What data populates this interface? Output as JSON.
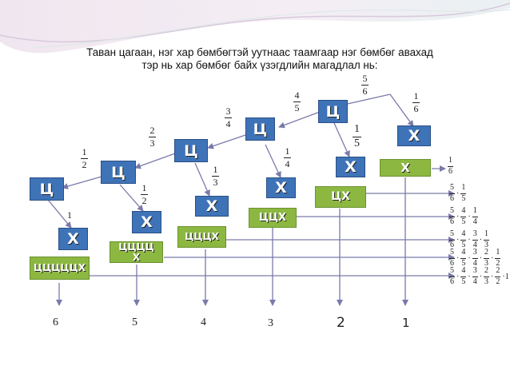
{
  "title_line1": "Таван цагаан, нэг хар бөмбөгтэй уутнаас таамгаар  нэг бөмбөг авахад",
  "title_line2": "тэр нь хар бөмбөг байх үзэгдлийн магадлал нь:",
  "colors": {
    "blue_box": "#3f73b8",
    "green_box": "#8cb841",
    "arrow": "#7a7aaa"
  },
  "nodes": {
    "c1": "Ц",
    "c2": "Ц",
    "c3": "Ц",
    "c4": "Ц",
    "c5": "Ц",
    "x1": "Х",
    "x2": "Х",
    "x3": "Х",
    "x4": "Х",
    "x5": "Х",
    "x6": "Х",
    "x7": "Х"
  },
  "outcomes": {
    "o1": "Х",
    "o2": "ЦХ",
    "o3": "ЦЦХ",
    "o4": "ЦЦЦХ",
    "o5": "ЦЦЦЦХ",
    "o6": "ЦЦЦЦЦХ"
  },
  "probs": {
    "p56": {
      "n": "5",
      "d": "6"
    },
    "p16a": {
      "n": "1",
      "d": "6"
    },
    "p45": {
      "n": "4",
      "d": "5"
    },
    "p15": {
      "n": "1",
      "d": "5"
    },
    "p34": {
      "n": "3",
      "d": "4"
    },
    "p14": {
      "n": "1",
      "d": "4"
    },
    "p23": {
      "n": "2",
      "d": "3"
    },
    "p13": {
      "n": "1",
      "d": "3"
    },
    "p12a": {
      "n": "1",
      "d": "2"
    },
    "p12b": {
      "n": "1",
      "d": "2"
    },
    "one": "1",
    "p16b": {
      "n": "1",
      "d": "6"
    }
  },
  "products": [
    [
      {
        "n": "5",
        "d": "6"
      },
      {
        "n": "1",
        "d": "5"
      }
    ],
    [
      {
        "n": "5",
        "d": "6"
      },
      {
        "n": "4",
        "d": "5"
      },
      {
        "n": "1",
        "d": "4"
      }
    ],
    [
      {
        "n": "5",
        "d": "6"
      },
      {
        "n": "4",
        "d": "5"
      },
      {
        "n": "3",
        "d": "4"
      },
      {
        "n": "1",
        "d": "3"
      }
    ],
    [
      {
        "n": "5",
        "d": "6"
      },
      {
        "n": "4",
        "d": "5"
      },
      {
        "n": "3",
        "d": "4"
      },
      {
        "n": "2",
        "d": "3"
      },
      {
        "n": "1",
        "d": "2"
      }
    ],
    [
      {
        "n": "5",
        "d": "6"
      },
      {
        "n": "4",
        "d": "5"
      },
      {
        "n": "3",
        "d": "4"
      },
      {
        "n": "2",
        "d": "3"
      },
      {
        "n": "2",
        "d": "2"
      }
    ]
  ],
  "last_suffix": "·1",
  "counts": [
    "6",
    "5",
    "4",
    "3",
    "2",
    "1"
  ]
}
